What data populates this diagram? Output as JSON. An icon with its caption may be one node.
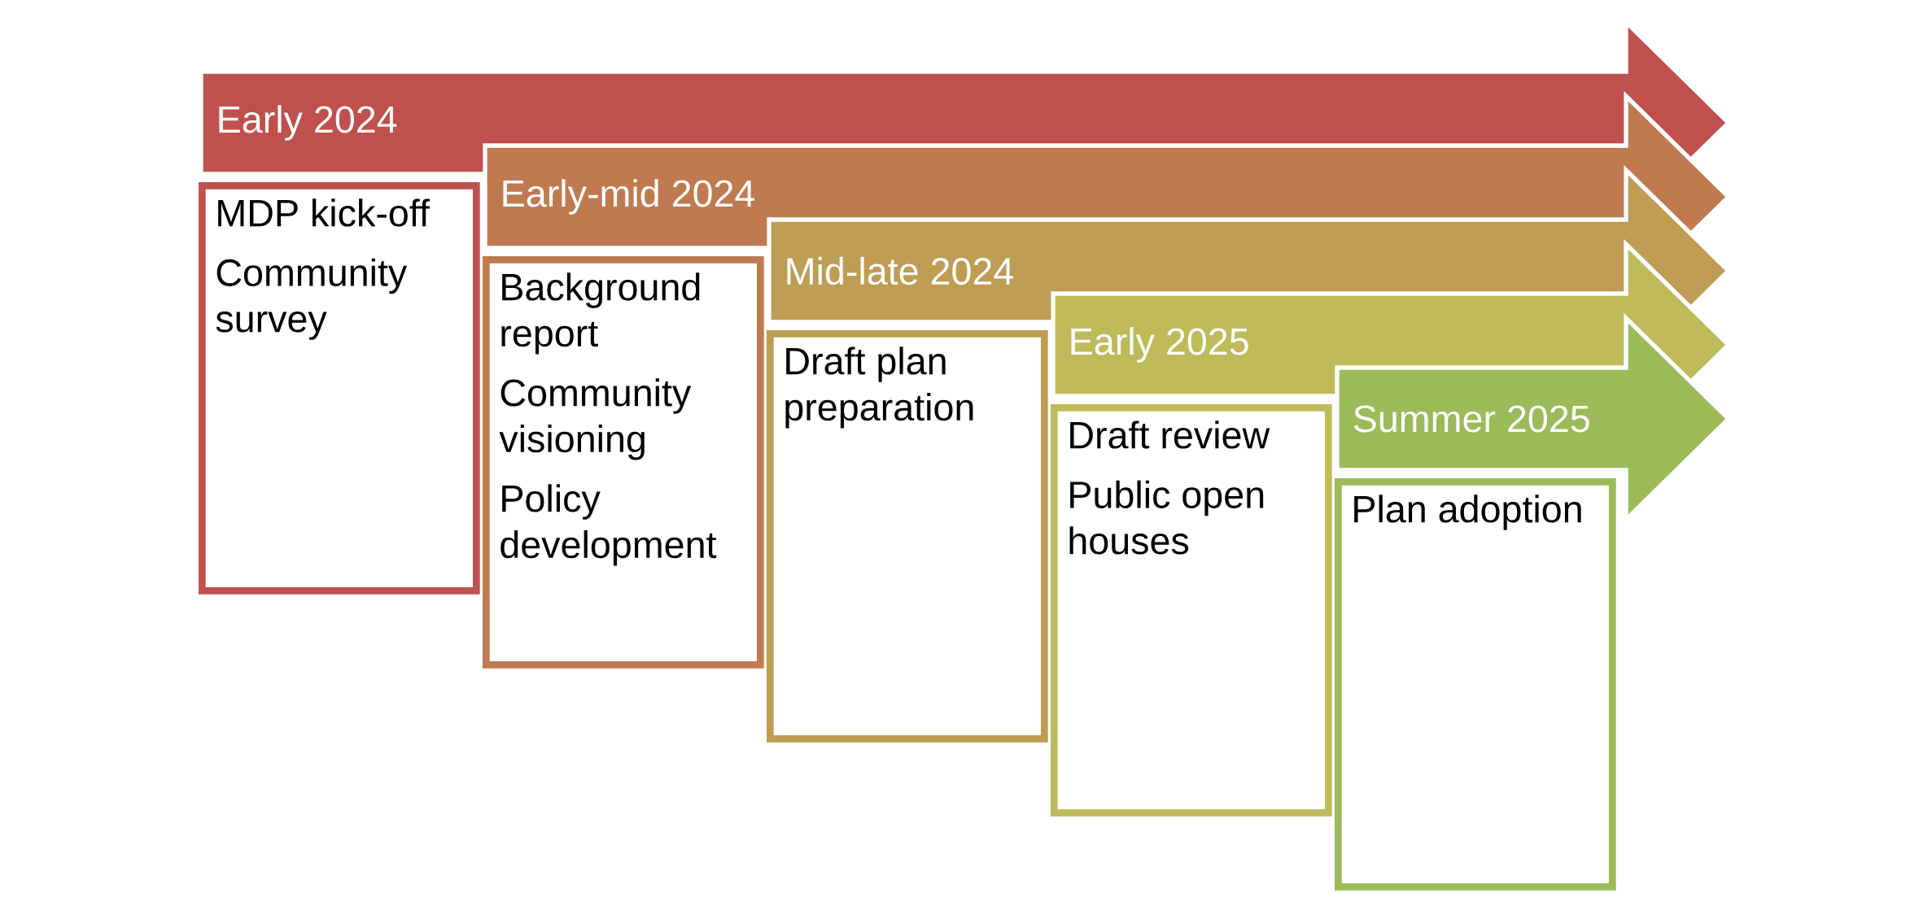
{
  "diagram": {
    "nodes": [
      {
        "text": [
          "Early 2024"
        ]
      },
      {
        "text": [
          "MDP kick-off",
          "Community survey"
        ]
      },
      {
        "text": [
          "Early-mid 2024"
        ]
      },
      {
        "text": [
          "Background report",
          "Community visioning",
          "Policy development"
        ]
      },
      {
        "text": [
          "Mid-late 2024"
        ]
      },
      {
        "text": [
          "Draft plan preparation"
        ]
      },
      {
        "text": [
          "Early 2025"
        ]
      },
      {
        "text": [
          "Draft review",
          "Public open houses"
        ]
      },
      {
        "text": [
          "Summer 2025"
        ]
      },
      {
        "text": [
          "Plan adoption"
        ]
      }
    ]
  }
}
